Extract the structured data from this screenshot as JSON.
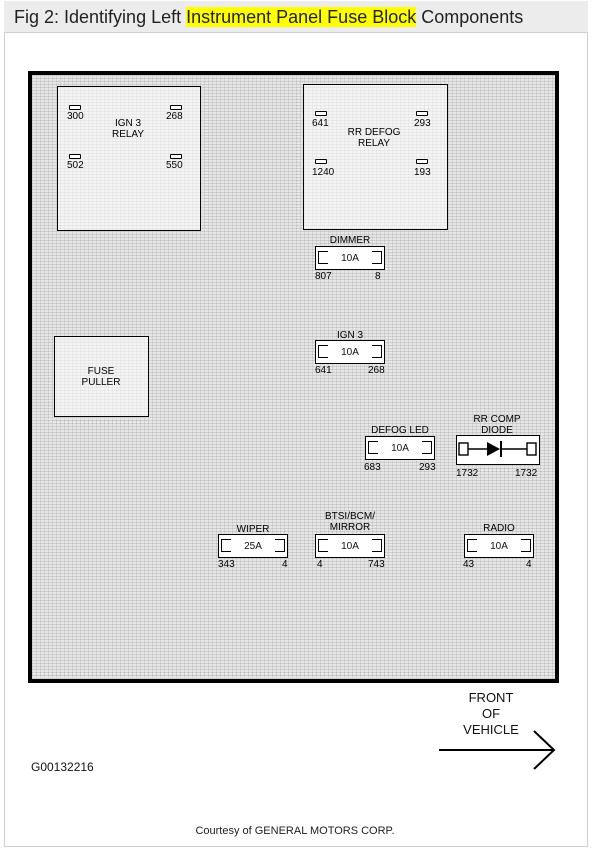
{
  "title": {
    "prefix": "Fig 2: Identifying Left ",
    "highlight": "Instrument Panel Fuse Block",
    "suffix": " Components"
  },
  "relays": {
    "ign3": {
      "label_line1": "IGN 3",
      "label_line2": "RELAY",
      "pins": [
        "300",
        "268",
        "502",
        "550"
      ]
    },
    "rr_defog": {
      "label_line1": "RR DEFOG",
      "label_line2": "RELAY",
      "pins": [
        "641",
        "293",
        "1240",
        "193"
      ]
    }
  },
  "fuse_puller": {
    "line1": "FUSE",
    "line2": "PULLER"
  },
  "fuses": {
    "dimmer": {
      "name": "DIMMER",
      "rating": "10A",
      "left": "807",
      "right": "8"
    },
    "ign3": {
      "name": "IGN 3",
      "rating": "10A",
      "left": "641",
      "right": "268"
    },
    "defog_led": {
      "name": "DEFOG LED",
      "rating": "10A",
      "left": "683",
      "right": "293"
    },
    "wiper": {
      "name": "WIPER",
      "rating": "25A",
      "left": "343",
      "right": "4"
    },
    "btsi": {
      "name_line1": "BTSI/BCM/",
      "name_line2": "MIRROR",
      "rating": "10A",
      "left": "4",
      "right": "743"
    },
    "radio": {
      "name": "RADIO",
      "rating": "10A",
      "left": "43",
      "right": "4"
    }
  },
  "diode": {
    "name_line1": "RR COMP",
    "name_line2": "DIODE",
    "left": "1732",
    "right": "1732"
  },
  "direction": {
    "line1": "FRONT",
    "line2": "OF",
    "line3": "VEHICLE"
  },
  "figure_id": "G00132216",
  "credit": "Courtesy of GENERAL MOTORS CORP."
}
